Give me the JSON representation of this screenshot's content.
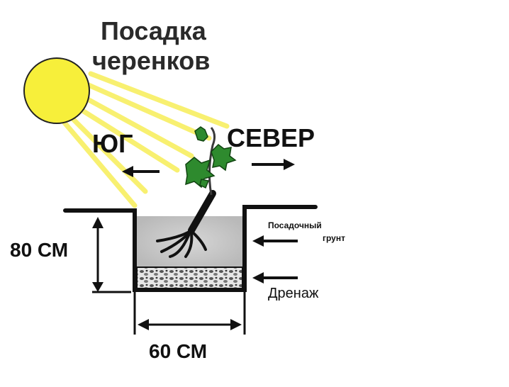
{
  "title": {
    "line1": "Посадка",
    "line2": "черенков"
  },
  "directions": {
    "south": "ЮГ",
    "north": "СЕВЕР"
  },
  "dimensions": {
    "depth": "80 СМ",
    "width": "60 СМ"
  },
  "layers": {
    "soil_line1": "Посадочный",
    "soil_line2": "грунт",
    "drainage": "Дренаж"
  },
  "colors": {
    "sun": "#f7ef3a",
    "rays": "#f8f070",
    "leaves": "#2e8a2e",
    "soil": "#c9c9c9",
    "outline": "#111111"
  }
}
